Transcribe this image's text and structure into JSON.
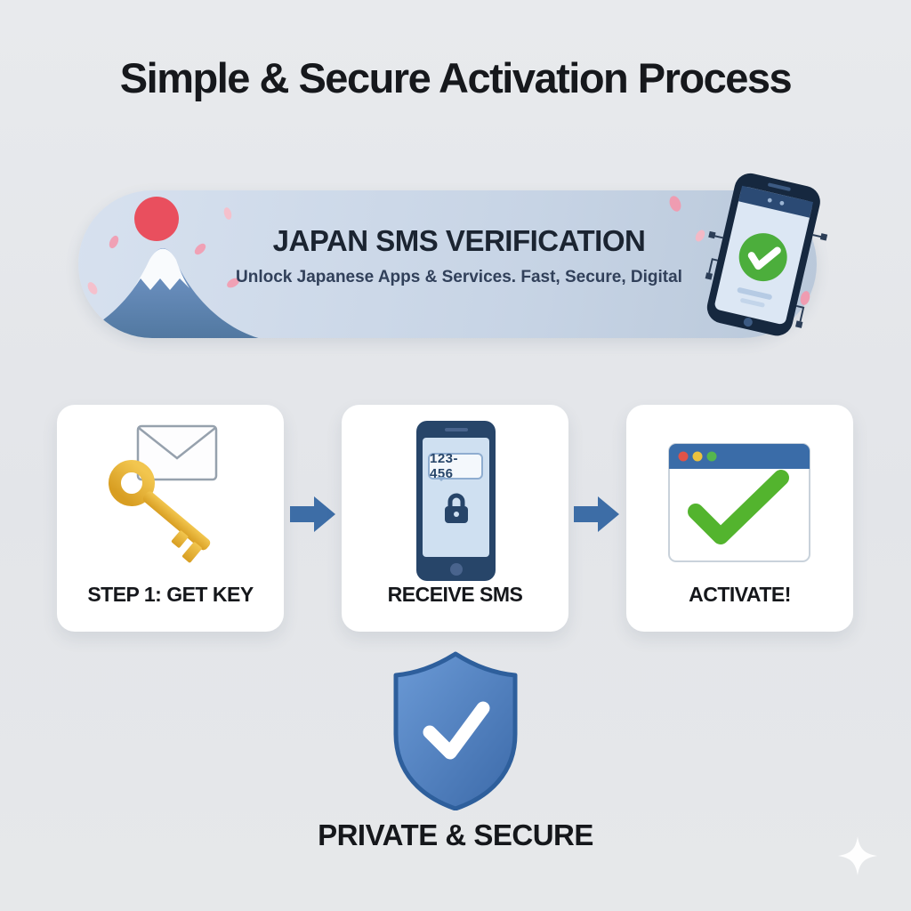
{
  "header": {
    "title": "Simple & Secure Activation Process"
  },
  "banner": {
    "title": "JAPAN SMS VERIFICATION",
    "subtitle": "Unlock Japanese Apps & Services. Fast, Secure, Digital",
    "icons": [
      "rising-sun-icon",
      "mount-fuji-icon",
      "sakura-petal-icon",
      "verified-phone-icon"
    ]
  },
  "steps": [
    {
      "label": "STEP 1: GET KEY",
      "icon": "key-with-envelope-icon"
    },
    {
      "label": "RECEIVE SMS",
      "icon": "sms-phone-icon",
      "sms_code": "123-456"
    },
    {
      "label": "ACTIVATE!",
      "icon": "browser-checkmark-icon"
    }
  ],
  "footer": {
    "label": "PRIVATE & SECURE",
    "icon": "shield-check-icon"
  },
  "colors": {
    "background": "#e4e6e9",
    "banner_bg_start": "#d7e1ef",
    "banner_bg_end": "#b9c8da",
    "accent_blue": "#3d6da6",
    "navy": "#274569",
    "check_green": "#53b42e",
    "key_gold": "#e7b73d",
    "shield_blue": "#4579b4",
    "sun_red": "#e94f5e",
    "petal_pink": "#f0a1b5",
    "card_white": "#ffffff",
    "text_dark": "#16181c"
  }
}
